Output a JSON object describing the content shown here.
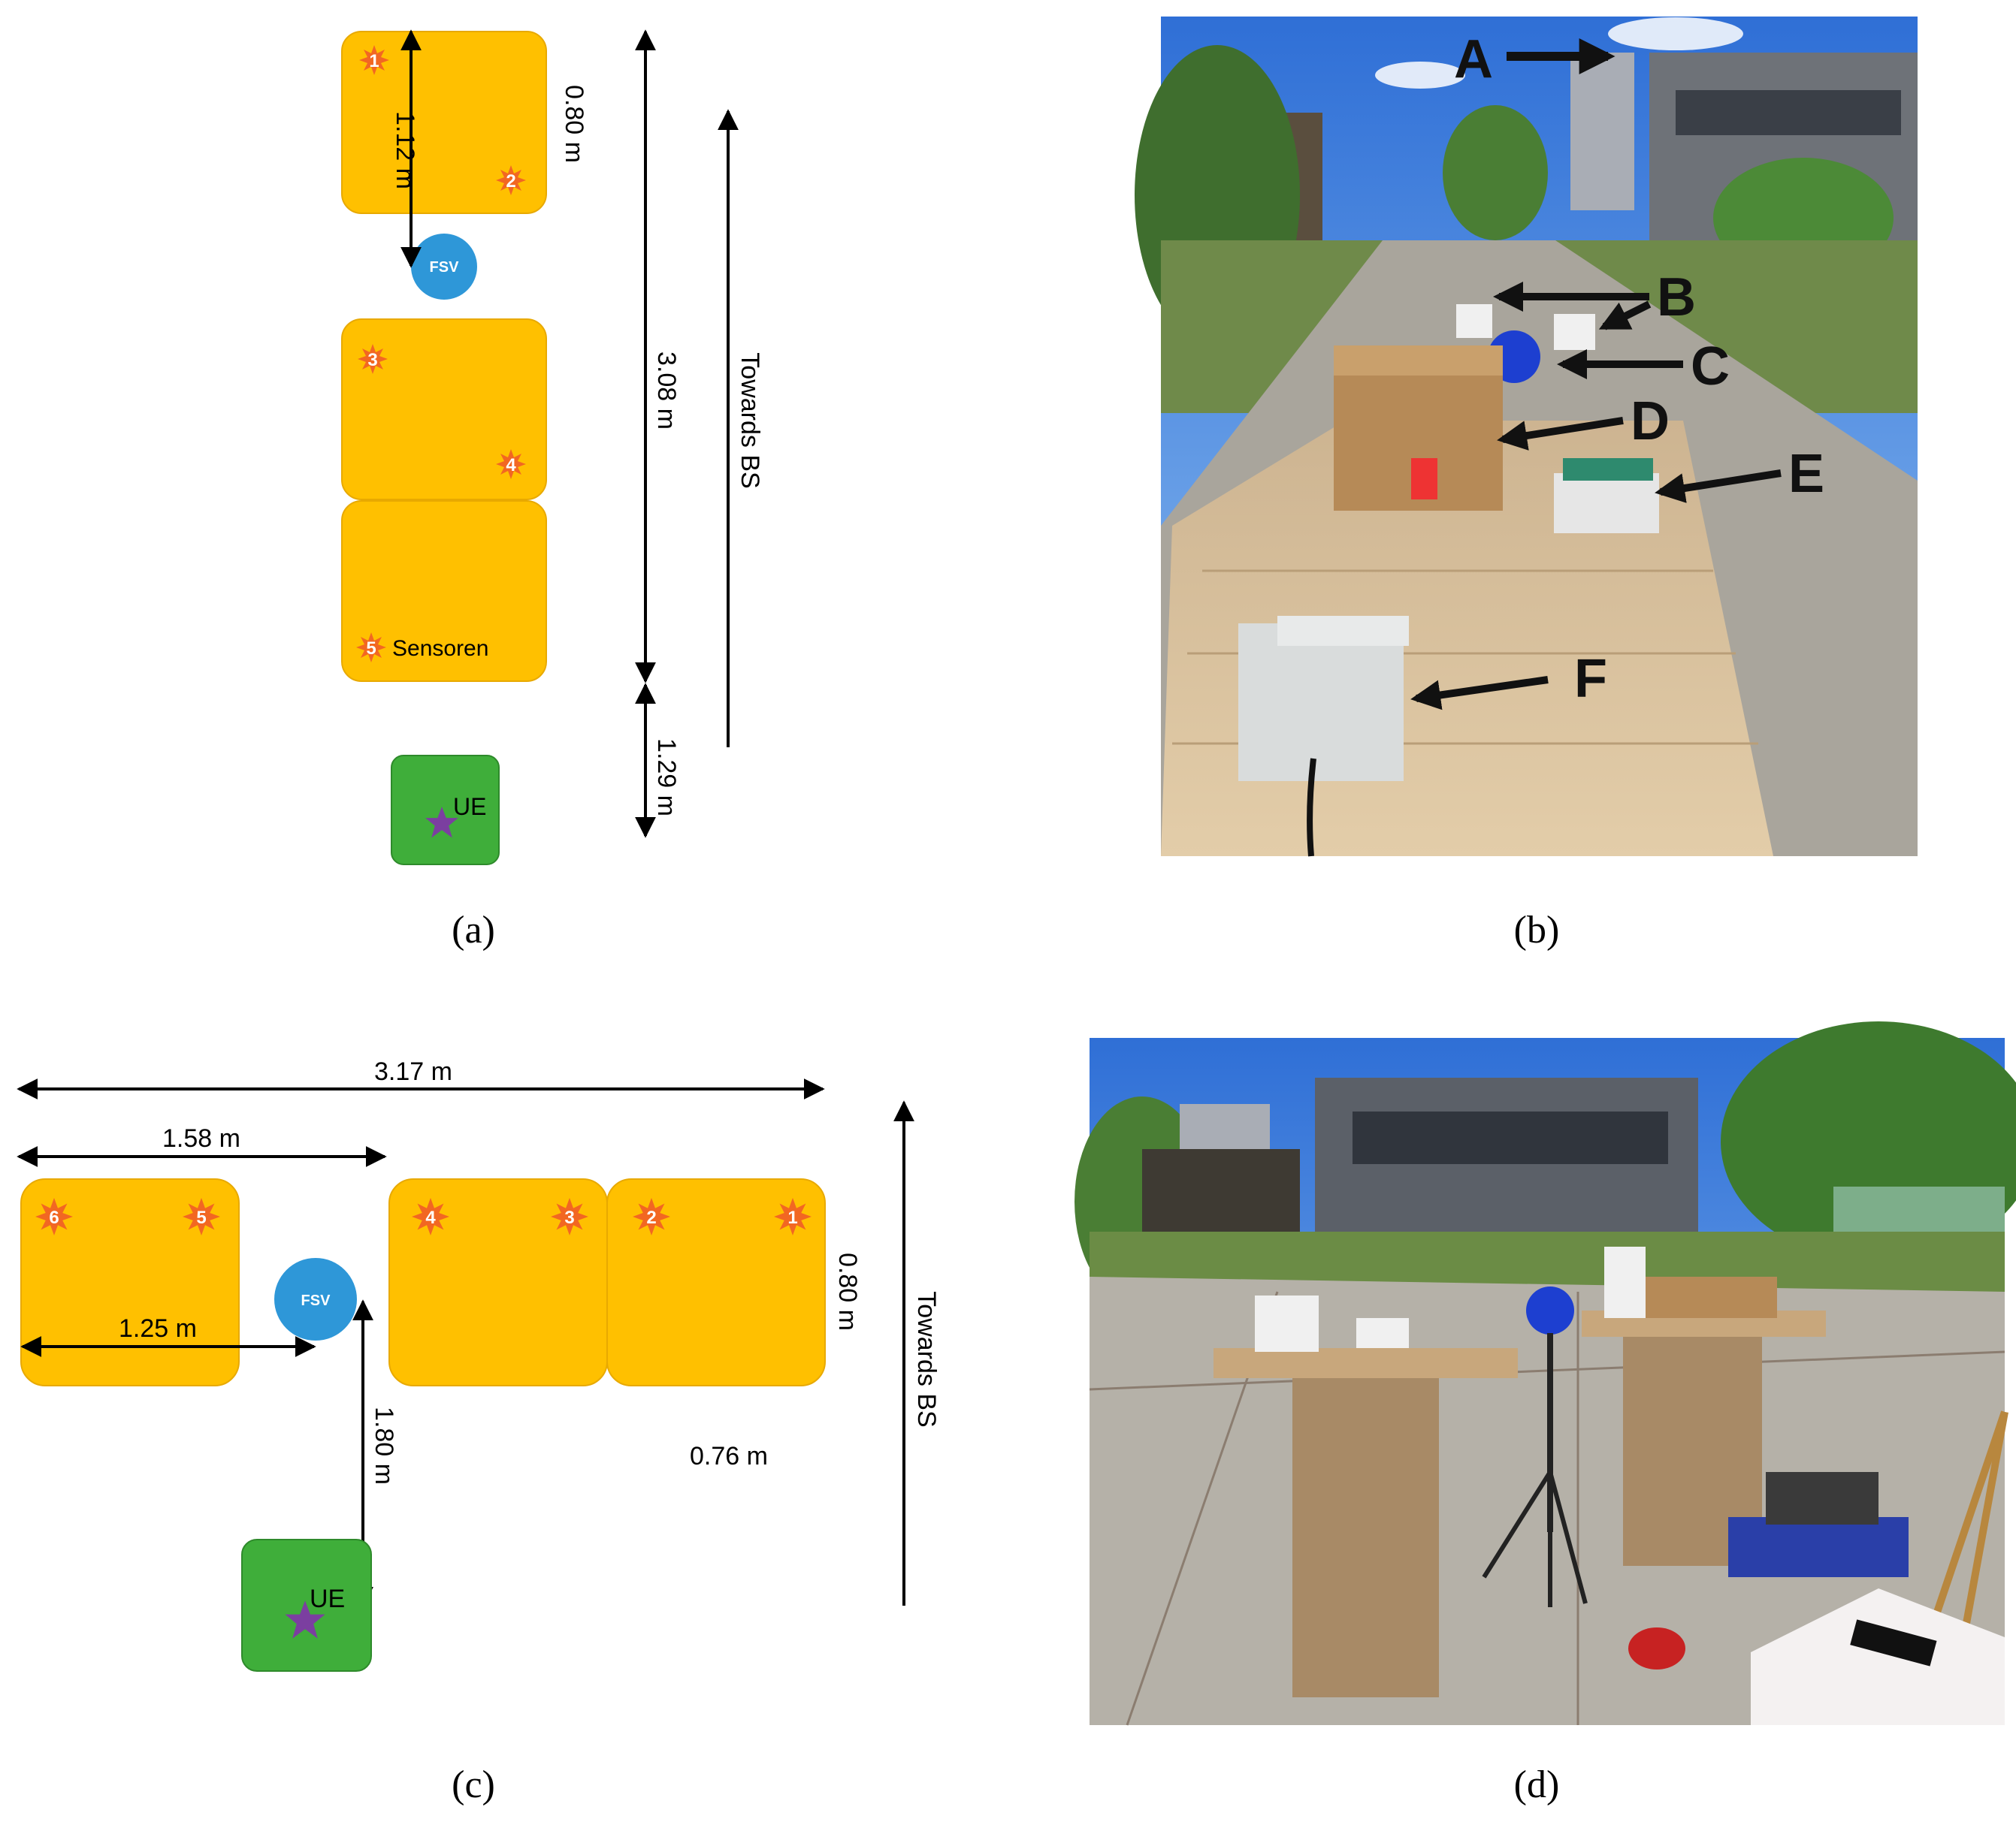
{
  "panels": {
    "a": {
      "label": "(a)",
      "dims": {
        "d1": "1.12 m",
        "d2": "0.80 m",
        "d3": "3.08 m",
        "d4": "1.29 m",
        "towards": "Towards BS"
      },
      "fsv": "FSV",
      "ue": "UE",
      "sensor_text": "Sensoren",
      "sensors": [
        "1",
        "2",
        "3",
        "4",
        "5"
      ]
    },
    "b": {
      "label": "(b)",
      "callouts": {
        "A": "A",
        "B": "B",
        "C": "C",
        "D": "D",
        "E": "E",
        "F": "F"
      }
    },
    "c": {
      "label": "(c)",
      "dims": {
        "total": "3.17 m",
        "left": "1.58 m",
        "inner": "1.25 m",
        "height": "0.80 m",
        "ue_dist": "1.80 m",
        "width": "0.76 m",
        "towards": "Towards BS"
      },
      "fsv": "FSV",
      "ue": "UE",
      "sensors": [
        "6",
        "5",
        "4",
        "3",
        "2",
        "1"
      ]
    },
    "d": {
      "label": "(d)"
    }
  },
  "colors": {
    "table": "#FFC000",
    "ue": "#3FAE3A",
    "fsv": "#2E97D8",
    "sensor": "#F26722",
    "star": "#7B3FA0"
  }
}
